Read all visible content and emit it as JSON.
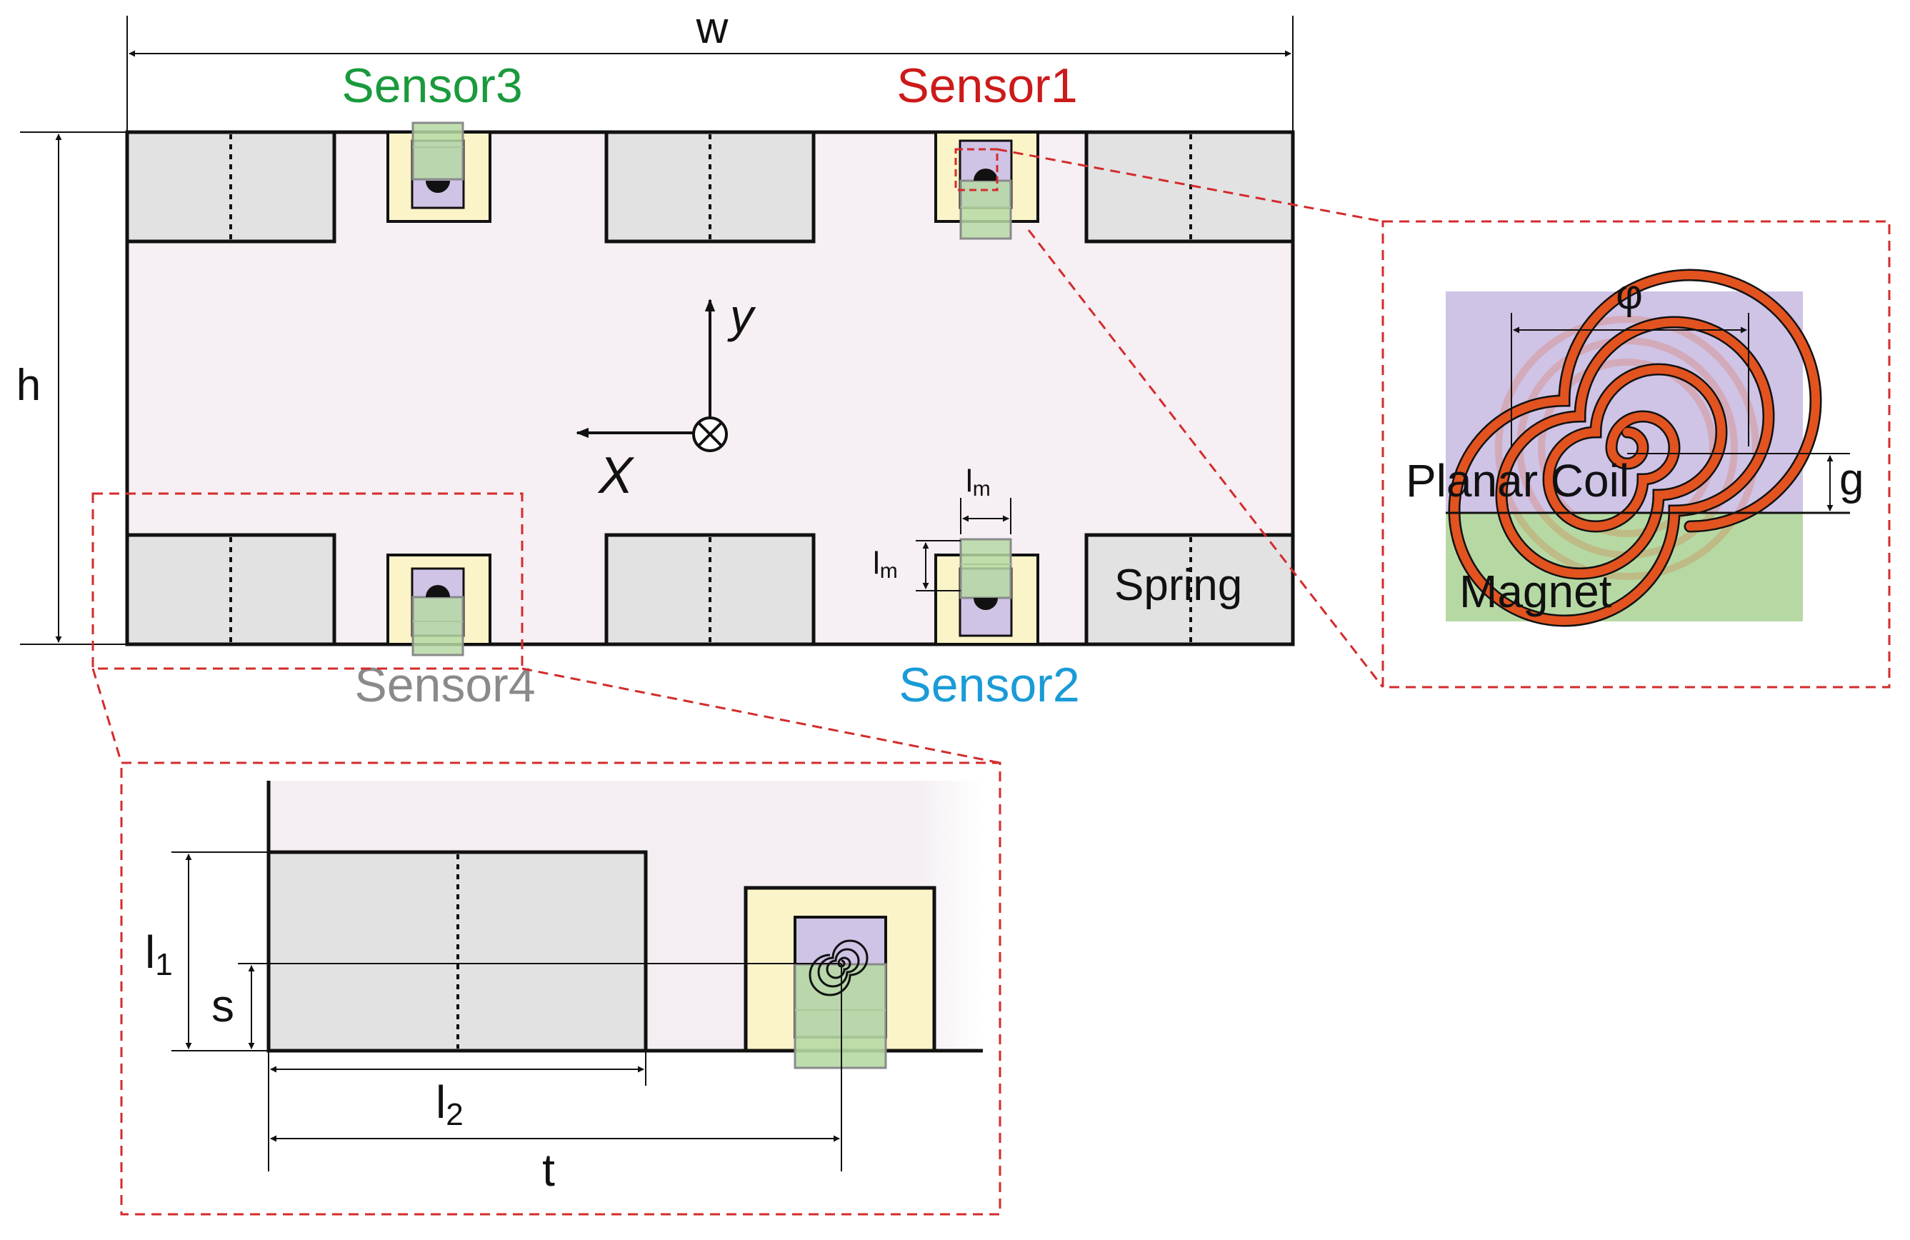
{
  "labels": {
    "w": "w",
    "h": "h",
    "axis_y": "y",
    "axis_x": "X",
    "sensor1": "Sensor1",
    "sensor2": "Sensor2",
    "sensor3": "Sensor3",
    "sensor4": "Sensor4",
    "lm_horizontal": {
      "base": "l",
      "sub": "m"
    },
    "lm_vertical": {
      "base": "l",
      "sub": "m"
    },
    "spring": "Spring",
    "phi": "φ",
    "g": "g",
    "planar_coil": "Planar Coil",
    "magnet": "Magnet",
    "l1": {
      "base": "l",
      "sub": "1"
    },
    "s": "s",
    "l2": {
      "base": "l",
      "sub": "2"
    },
    "t": "t"
  },
  "colors": {
    "sensor1": "#cc1a1a",
    "sensor2": "#1a9bd7",
    "sensor3": "#1a9a3c",
    "sensor4": "#8a8a8a",
    "board_fill": "#f6eff3",
    "block_fill": "#e2e2e2",
    "frame_fill": "#fbf4c8",
    "coil_fill": "#cfc3e6",
    "magnet_fill": "#b6d9a4",
    "coil_stroke": "#e2531f",
    "callout": "#d42b2b"
  }
}
